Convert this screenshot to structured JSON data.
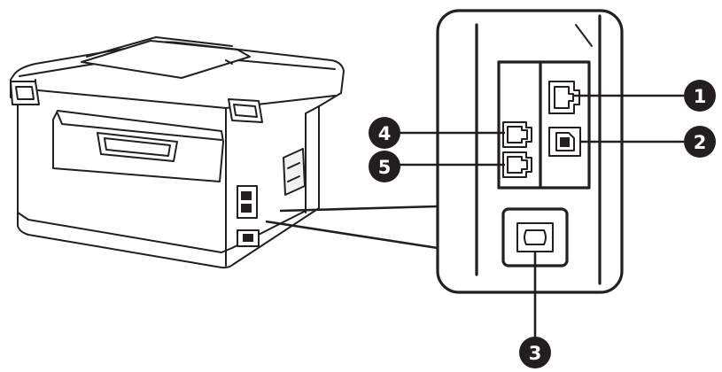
{
  "callouts": [
    {
      "id": "c1",
      "label": "1",
      "target": "lan-port"
    },
    {
      "id": "c2",
      "label": "2",
      "target": "usb-port"
    },
    {
      "id": "c3",
      "label": "3",
      "target": "ac-inlet"
    },
    {
      "id": "c4",
      "label": "4",
      "target": "line-port"
    },
    {
      "id": "c5",
      "label": "5",
      "target": "ext-port"
    }
  ],
  "colors": {
    "ink": "#231f20",
    "paper": "#ffffff"
  }
}
